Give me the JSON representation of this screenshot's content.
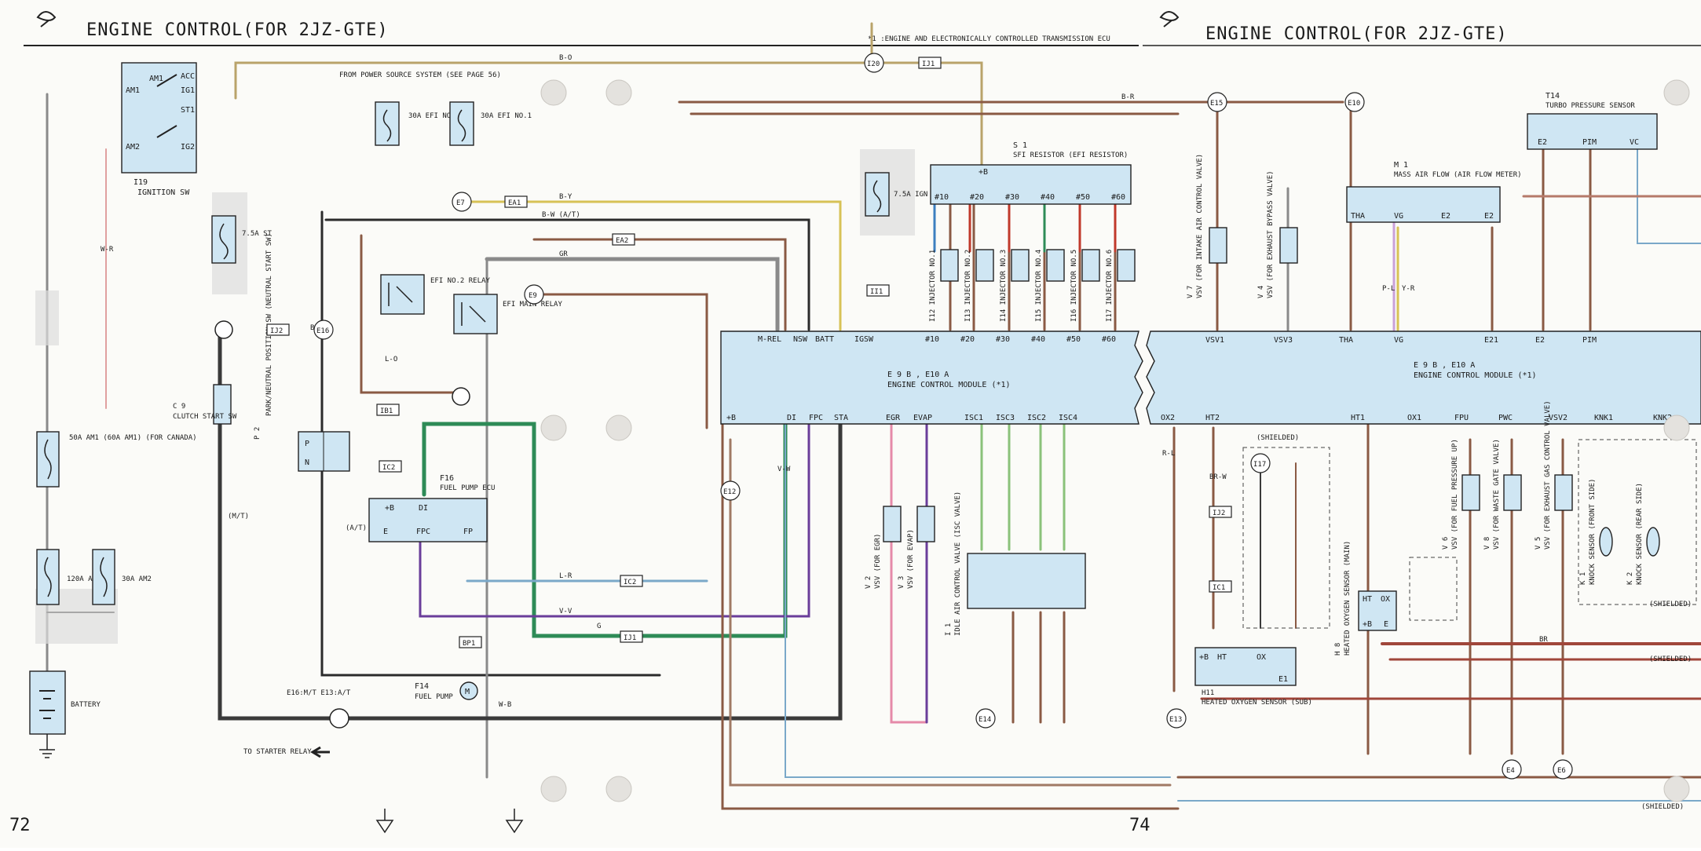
{
  "page": {
    "left_title": "ENGINE CONTROL(FOR 2JZ-GTE)",
    "right_title": "ENGINE CONTROL(FOR 2JZ-GTE)",
    "footnote": "*1 :ENGINE AND ELECTRONICALLY CONTROLLED TRANSMISSION ECU",
    "power_note": "FROM POWER SOURCE SYSTEM (SEE PAGE 56)",
    "left_page_number": "72",
    "right_page_number": "74",
    "colors": {
      "box_fill": "#cfe6f3",
      "wire_brown": "#8a5a44",
      "wire_green": "#2e8b57",
      "wire_violet": "#6a3d9a",
      "wire_gray": "#8a8a8a",
      "wire_black": "#2b2b2b",
      "wire_yellow": "#d7c256"
    }
  },
  "components": {
    "ignition": {
      "id": "I19",
      "name": "IGNITION SW",
      "pins": [
        "AM1",
        "IG1",
        "ACC",
        "ST1",
        "AM2",
        "IG2"
      ]
    },
    "st_fuse": {
      "label": "7.5A ST"
    },
    "clutch": {
      "id": "C 9",
      "name": "CLUTCH START SW"
    },
    "fuse_am1": {
      "label": "50A AM1 (60A AM1) (FOR CANADA)"
    },
    "fuse_alt": {
      "label": "120A ALT"
    },
    "fuse_am2": {
      "label": "30A AM2"
    },
    "battery": {
      "label": "BATTERY"
    },
    "efi2": {
      "label": "30A EFI NO.2"
    },
    "efi1": {
      "label": "30A EFI NO.1"
    },
    "efi2_relay": {
      "label": "EFI NO.2 RELAY"
    },
    "efi_main": {
      "label": "EFI MAIN RELAY"
    },
    "pnp": {
      "id": "P 2",
      "name": "PARK/NEUTRAL POSITION SW (NEUTRAL START SW)",
      "pins": [
        "P",
        "N"
      ]
    },
    "fuel_pump_ecu": {
      "id": "F16",
      "name": "FUEL PUMP ECU",
      "pins": [
        "+B",
        "DI",
        "E",
        "FPC",
        "FP"
      ]
    },
    "fuel_pump": {
      "id": "F14",
      "name": "FUEL PUMP",
      "symbol": "M"
    },
    "starter": {
      "label": "TO STARTER RELAY"
    },
    "e16_note": {
      "label": "E16:M/T  E13:A/T"
    },
    "ign_fuse": {
      "label": "7.5A IGN"
    },
    "resistor": {
      "id": "S 1",
      "name": "SFI RESISTOR (EFI RESISTOR)",
      "pins": [
        "+B",
        "#10",
        "#20",
        "#30",
        "#40",
        "#50",
        "#60"
      ]
    },
    "injectors": [
      "I12 INJECTOR NO.1",
      "I13 INJECTOR NO.2",
      "I14 INJECTOR NO.3",
      "I15 INJECTOR NO.4",
      "I16 INJECTOR NO.5",
      "I17 INJECTOR NO.6"
    ],
    "ecm_left": {
      "title": "ENGINE CONTROL MODULE (*1)",
      "ids": "E 9 B , E10 A",
      "top_pins": [
        "M-REL",
        "NSW",
        "BATT",
        "IGSW",
        "#10",
        "#20",
        "#30",
        "#40",
        "#50",
        "#60"
      ],
      "bottom_pins": [
        "+B",
        "DI",
        "FPC",
        "STA",
        "EGR",
        "EVAP",
        "ISC1",
        "ISC3",
        "ISC2",
        "ISC4"
      ]
    },
    "vsv_egr": {
      "id": "V 2",
      "name": "VSV (FOR EGR)"
    },
    "vsv_evap": {
      "id": "V 3",
      "name": "VSV (FOR EVAP)"
    },
    "iac": {
      "id": "I 1",
      "name": "IDLE AIR CONTROL VALVE (ISC VALVE)"
    },
    "ecm_right": {
      "title": "ENGINE CONTROL MODULE (*1)",
      "ids": "E 9 B , E10 A",
      "top_pins": [
        "VSV1",
        "VSV3",
        "THA",
        "VG",
        "E21",
        "E2",
        "PIM"
      ],
      "bottom_pins": [
        "OX2",
        "HT2",
        "HT1",
        "OX1",
        "FPU",
        "PWC",
        "VSV2",
        "KNK1",
        "KNK2"
      ]
    },
    "vsv_intake": {
      "id": "V 7",
      "name": "VSV (FOR INTAKE AIR CONTROL VALVE)"
    },
    "vsv_exhaust": {
      "id": "V 4",
      "name": "VSV (FOR EXHAUST BYPASS VALVE)"
    },
    "maf": {
      "id": "M 1",
      "name": "MASS AIR FLOW (AIR FLOW METER)",
      "pins": [
        "THA",
        "VG",
        "E2",
        "E2"
      ]
    },
    "turbo": {
      "id": "T14",
      "name": "TURBO PRESSURE SENSOR",
      "pins": [
        "E2",
        "PIM",
        "VC"
      ]
    },
    "o2_main": {
      "id": "H 8",
      "name": "HEATED OXYGEN SENSOR (MAIN)",
      "pins": [
        "HT",
        "OX",
        "+B",
        "E"
      ]
    },
    "o2_sub": {
      "id": "H11",
      "name": "HEATED OXYGEN SENSOR (SUB)",
      "pins": [
        "+B",
        "HT",
        "OX",
        "E1"
      ]
    },
    "vsv_fuel": {
      "id": "V 6",
      "name": "VSV (FOR FUEL PRESSURE UP)"
    },
    "vsv_waste": {
      "id": "V 8",
      "name": "VSV (FOR WASTE GATE VALVE)"
    },
    "vsv_exgas": {
      "id": "V 5",
      "name": "VSV (FOR EXHAUST GAS CONTROL VALVE)"
    },
    "knock1": {
      "id": "K 1",
      "name": "KNOCK SENSOR (FRONT SIDE)"
    },
    "knock2": {
      "id": "K 2",
      "name": "KNOCK SENSOR (REAR SIDE)"
    },
    "shielded": "(SHIELDED)"
  },
  "wire_labels": [
    "B-O",
    "B-R",
    "B-Y",
    "B-W",
    "GR",
    "W-B",
    "W-R",
    "G",
    "V-W",
    "L-R",
    "V-V",
    "BR",
    "BR-W",
    "R-L",
    "P-L",
    "Y-R",
    "L-O",
    "B-W (A/T)",
    "(A/T)",
    "(M/T)"
  ],
  "connectors": [
    "I20",
    "IJ1",
    "E15",
    "E10",
    "E7",
    "EA1",
    "EA2",
    "E9",
    "IB1",
    "IJ2",
    "E16",
    "IC2",
    "E12",
    "IJ1",
    "IC2",
    "BP1",
    "E14",
    "E13",
    "I17",
    "IJ2",
    "IC1",
    "II1",
    "E6",
    "E4"
  ]
}
